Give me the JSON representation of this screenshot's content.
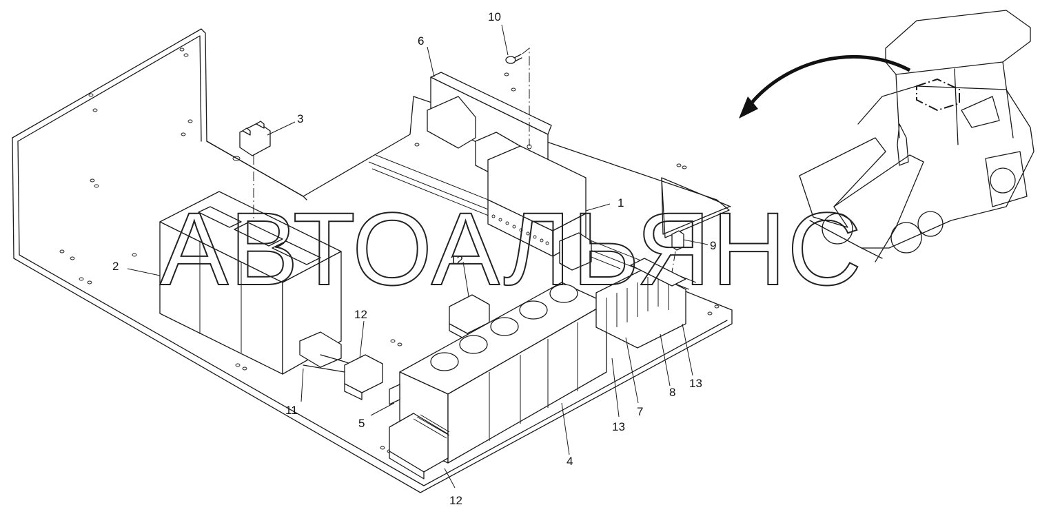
{
  "watermark": "АВТОАЛЬЯНС",
  "callouts": [
    {
      "id": "1",
      "label": "1"
    },
    {
      "id": "2",
      "label": "2"
    },
    {
      "id": "3",
      "label": "3"
    },
    {
      "id": "4",
      "label": "4"
    },
    {
      "id": "5",
      "label": "5"
    },
    {
      "id": "6",
      "label": "6"
    },
    {
      "id": "7",
      "label": "7"
    },
    {
      "id": "8",
      "label": "8"
    },
    {
      "id": "9",
      "label": "9"
    },
    {
      "id": "10",
      "label": "10"
    },
    {
      "id": "11",
      "label": "11"
    },
    {
      "id": "12a",
      "label": "12"
    },
    {
      "id": "12b",
      "label": "12"
    },
    {
      "id": "12c",
      "label": "12"
    },
    {
      "id": "13a",
      "label": "13"
    },
    {
      "id": "13b",
      "label": "13"
    }
  ]
}
